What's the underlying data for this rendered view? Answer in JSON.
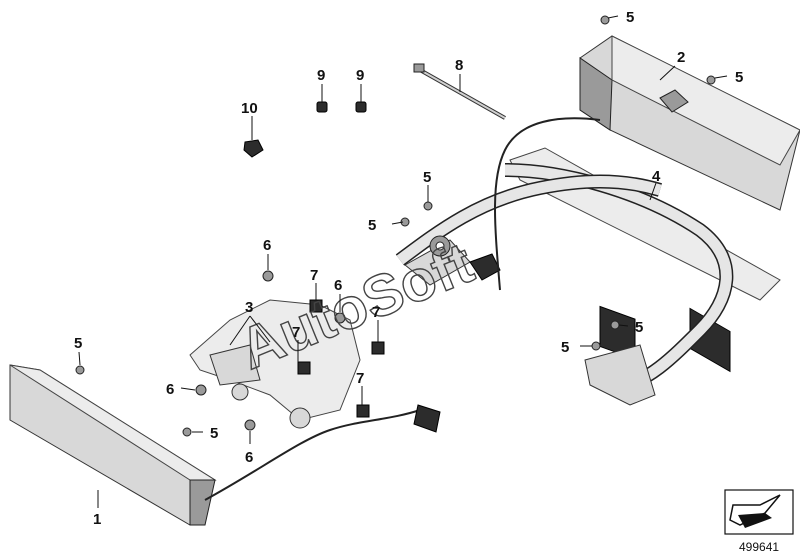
{
  "callouts": [
    {
      "id": "c1",
      "label": "1"
    },
    {
      "id": "c2",
      "label": "2"
    },
    {
      "id": "c3",
      "label": "3"
    },
    {
      "id": "c4",
      "label": "4"
    },
    {
      "id": "c5",
      "label": "5"
    },
    {
      "id": "c6",
      "label": "6"
    },
    {
      "id": "c7",
      "label": "7"
    },
    {
      "id": "c8",
      "label": "8"
    },
    {
      "id": "c9",
      "label": "9"
    },
    {
      "id": "c10",
      "label": "10"
    }
  ],
  "watermark": "AutoSoft",
  "reference_number": "499641",
  "icons": {
    "corner": "arrow-box-icon"
  }
}
